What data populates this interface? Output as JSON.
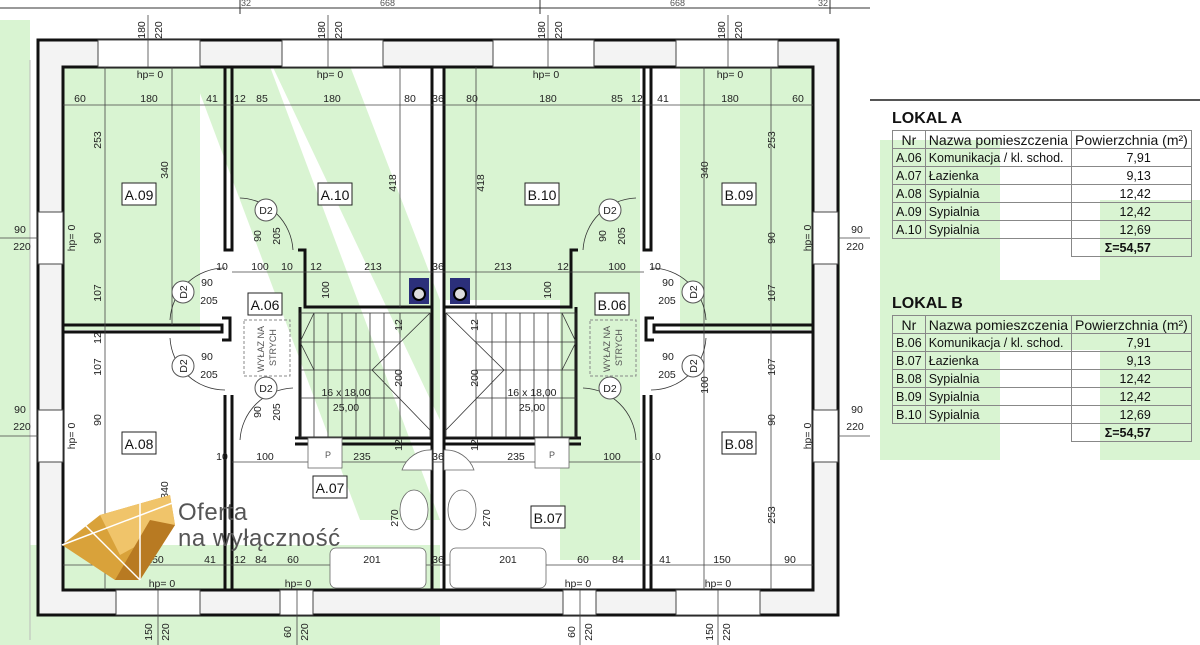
{
  "plan": {
    "rooms": [
      "A.09",
      "A.10",
      "A.06",
      "A.08",
      "A.07",
      "B.10",
      "B.09",
      "B.06",
      "B.08",
      "B.07"
    ],
    "door_tag": "D2",
    "hp": "hp= 0",
    "attic_access": [
      "WYŁAZ NA",
      "STRYCH"
    ],
    "stairs": [
      "16 x 18,00",
      "25,00"
    ],
    "wc_symbol": "P",
    "dims": [
      "32",
      "668",
      "668",
      "32",
      "180",
      "220",
      "180",
      "220",
      "180",
      "220",
      "180",
      "220",
      "60",
      "180",
      "41",
      "12",
      "85",
      "180",
      "80",
      "36",
      "80",
      "180",
      "85",
      "12",
      "41",
      "180",
      "60",
      "253",
      "340",
      "90",
      "107",
      "418",
      "90",
      "205",
      "100",
      "10",
      "100",
      "10",
      "12",
      "213",
      "36",
      "213",
      "12",
      "100",
      "10",
      "90",
      "205",
      "90",
      "205",
      "90",
      "205",
      "12",
      "200",
      "12",
      "12",
      "200",
      "12",
      "100",
      "235",
      "36",
      "235",
      "100",
      "270",
      "270",
      "150",
      "41",
      "12",
      "84",
      "60",
      "201",
      "36",
      "201",
      "60",
      "84",
      "41",
      "150",
      "90",
      "90",
      "220",
      "90",
      "220",
      "90",
      "220",
      "90",
      "220",
      "150",
      "220",
      "60",
      "220",
      "60",
      "220",
      "150",
      "220",
      "107",
      "90",
      "12",
      "340",
      "253",
      "90",
      "107",
      "418",
      "340",
      "253",
      "90",
      "107",
      "90",
      "205",
      "90",
      "205",
      "90",
      "205",
      "100",
      "100",
      "10",
      "10"
    ]
  },
  "tables": [
    {
      "title": "LOKAL A",
      "headers": [
        "Nr",
        "Nazwa pomieszczenia",
        "Powierzchnia (m²)"
      ],
      "rows": [
        [
          "A.06",
          "Komunikacja / kl. schod.",
          "7,91"
        ],
        [
          "A.07",
          "Łazienka",
          "9,13"
        ],
        [
          "A.08",
          "Sypialnia",
          "12,42"
        ],
        [
          "A.09",
          "Sypialnia",
          "12,42"
        ],
        [
          "A.10",
          "Sypialnia",
          "12,69"
        ]
      ],
      "total": "Σ=54,57"
    },
    {
      "title": "LOKAL B",
      "headers": [
        "Nr",
        "Nazwa pomieszczenia",
        "Powierzchnia (m²)"
      ],
      "rows": [
        [
          "B.06",
          "Komunikacja / kl. schod.",
          "7,91"
        ],
        [
          "B.07",
          "Łazienka",
          "9,13"
        ],
        [
          "B.08",
          "Sypialnia",
          "12,42"
        ],
        [
          "B.09",
          "Sypialnia",
          "12,42"
        ],
        [
          "B.10",
          "Sypialnia",
          "12,69"
        ]
      ],
      "total": "Σ=54,57"
    }
  ],
  "logo": {
    "line1": "Oferta",
    "line2": "na wyłączność"
  },
  "colors": {
    "watermark": "#d6f3cf",
    "wall": "#111111",
    "gold": "#d9a23a"
  }
}
